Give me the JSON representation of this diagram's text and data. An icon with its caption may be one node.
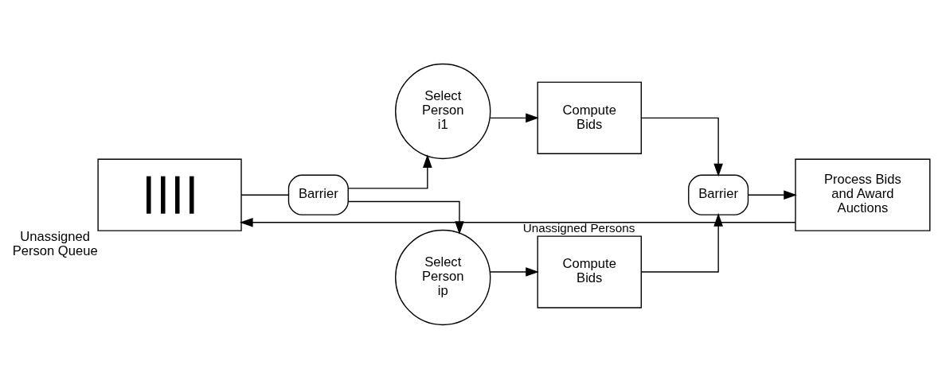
{
  "diagram": {
    "nodes": [
      {
        "text": [
          "Unassigned Person Queue"
        ]
      },
      {
        "text": [
          "Barrier"
        ]
      },
      {
        "text": [
          "Select Person i1"
        ]
      },
      {
        "text": [
          "Compute Bids"
        ]
      },
      {
        "text": [
          "Select Person ip"
        ]
      },
      {
        "text": [
          "Compute Bids"
        ]
      },
      {
        "text": [
          "Barrier"
        ]
      },
      {
        "text": [
          "Process Bids and Award Auctions"
        ]
      }
    ],
    "edges": [
      {
        "from": 0,
        "to": 1,
        "arrow": "none"
      },
      {
        "from": 1,
        "to": 2,
        "arrow": "to"
      },
      {
        "from": 1,
        "to": 4,
        "arrow": "to"
      },
      {
        "from": 2,
        "to": 3,
        "arrow": "to"
      },
      {
        "from": 4,
        "to": 5,
        "arrow": "to"
      },
      {
        "from": 3,
        "to": 6,
        "arrow": "to"
      },
      {
        "from": 5,
        "to": 6,
        "arrow": "to"
      },
      {
        "from": 6,
        "to": 7,
        "arrow": "to"
      },
      {
        "from": 7,
        "to": 0,
        "arrow": "to",
        "label": "Unassigned Persons"
      }
    ]
  }
}
